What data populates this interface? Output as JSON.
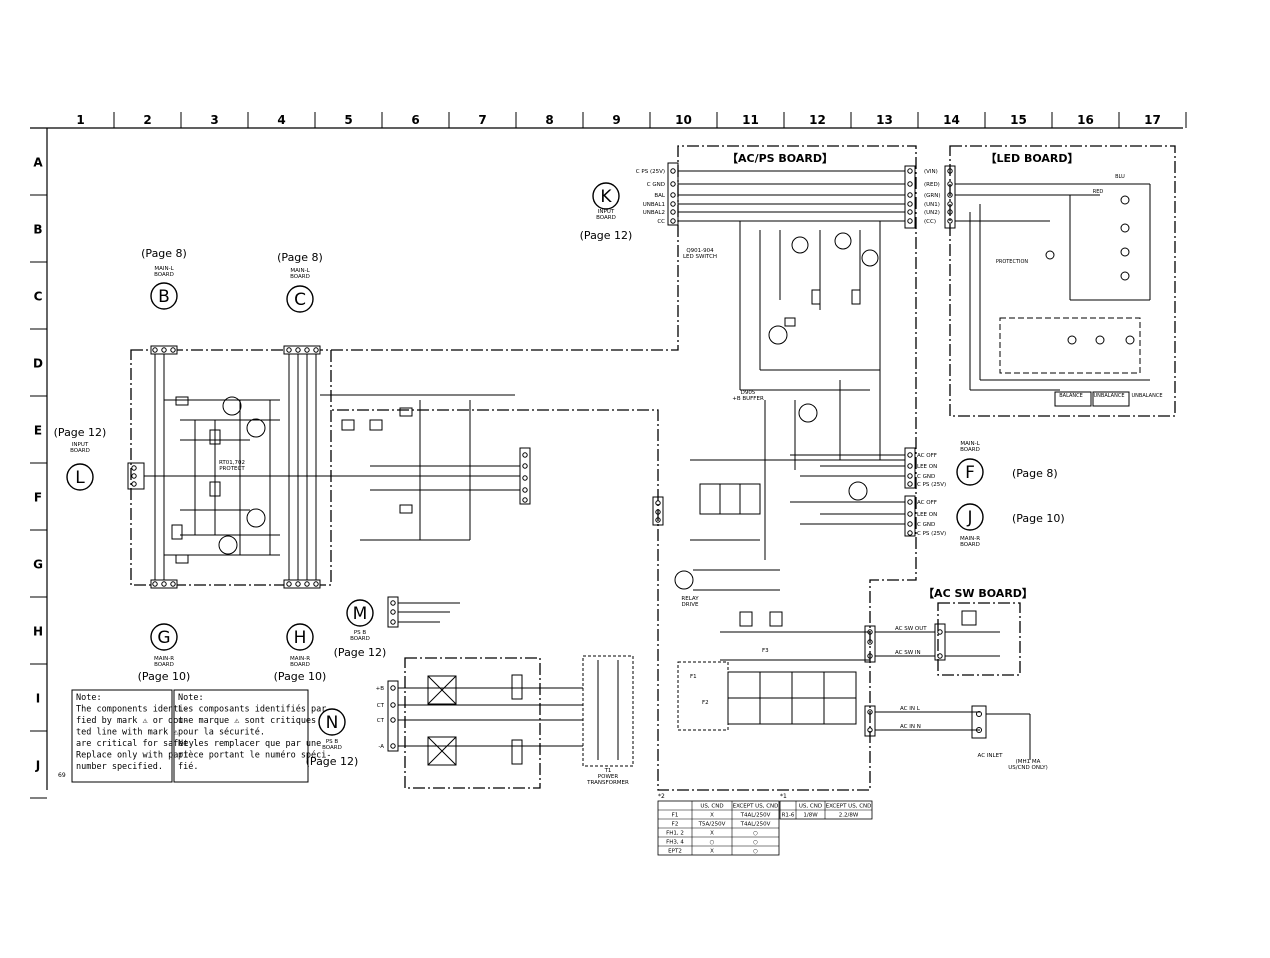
{
  "grid": {
    "columns": [
      "1",
      "2",
      "3",
      "4",
      "5",
      "6",
      "7",
      "8",
      "9",
      "10",
      "11",
      "12",
      "13",
      "14",
      "15",
      "16",
      "17"
    ],
    "rows": [
      "A",
      "B",
      "C",
      "D",
      "E",
      "F",
      "G",
      "H",
      "I",
      "J"
    ]
  },
  "page_number": "69",
  "boards": {
    "acps": "【AC/PS BOARD】",
    "led": "【LED BOARD】",
    "acsw": "【AC SW BOARD】"
  },
  "connectors": [
    {
      "letter": "K",
      "board": "INPUT\nBOARD",
      "page": "(Page 12)"
    },
    {
      "letter": "B",
      "board": "MAIN-L\nBOARD",
      "page": "(Page 8)"
    },
    {
      "letter": "C",
      "board": "MAIN-L\nBOARD",
      "page": "(Page 8)"
    },
    {
      "letter": "L",
      "board": "INPUT\nBOARD",
      "page": "(Page 12)"
    },
    {
      "letter": "G",
      "board": "MAIN-R\nBOARD",
      "page": "(Page 10)"
    },
    {
      "letter": "H",
      "board": "MAIN-R\nBOARD",
      "page": "(Page 10)"
    },
    {
      "letter": "M",
      "board": "PS B\nBOARD",
      "page": "(Page 12)"
    },
    {
      "letter": "N",
      "board": "PS B\nBOARD",
      "page": "(Page 12)"
    },
    {
      "letter": "F",
      "board": "MAIN-L\nBOARD",
      "page": "(Page 8)"
    },
    {
      "letter": "J",
      "board": "MAIN-R\nBOARD",
      "page": "(Page 10)"
    }
  ],
  "labels": {
    "cn902": [
      "C PS (25V)",
      "C GND",
      "BAL",
      "UNBAL1",
      "UNBAL2",
      "CC"
    ],
    "cn901": [
      "(VIN)",
      "(RED)",
      "(GRN)",
      "(UN1)",
      "(UN2)",
      "(CC)"
    ],
    "cn802": [
      "AC OFF",
      "LEE ON",
      "C GND",
      "C PS (25V)"
    ],
    "cn803": [
      "AC OFF",
      "LEE ON",
      "C GND",
      "C PS (25V)"
    ],
    "cn602": [
      "+B",
      "CT",
      "CT",
      "-A"
    ],
    "acsw_in": [
      "AC SW OUT",
      "AC SW IN"
    ],
    "ac_in": [
      "AC IN L",
      "AC IN N"
    ],
    "led_parts": [
      "BLU",
      "RED",
      "PROTECTION",
      "BALANCE",
      "UNBALANCE",
      "UNBALANCE"
    ],
    "acps_parts": [
      "Q901-904\nLED SWITCH",
      "D905\n+B BUFFER",
      "RELAY\nDRIVE",
      "T1\nPOWER\nTRANSFORMER",
      "RT01,702\nPROTECT",
      "AC INLET",
      "(MH1 MA\nUS/CND ONLY)"
    ],
    "fuses": [
      "F1",
      "F2",
      "F3"
    ]
  },
  "notes": {
    "en": "Note:\nThe components identi-\nfied by mark ⚠ or dot-\nted line with mark ⚠\nare critical for safety.\nReplace only with part\nnumber specified.",
    "fr": "Note:\nLes composants identifiés par\nune marque ⚠ sont critiques\npour la sécurité.\nNe les remplacer que par une\npièce portant le numéro spéci-\nfié."
  },
  "table_fuses": {
    "label": "*2",
    "headers": [
      "",
      "US, CND",
      "EXCEPT US, CND"
    ],
    "rows": [
      [
        "F1",
        "X",
        "T4AL/250V"
      ],
      [
        "F2",
        "T5A/250V",
        "T4AL/250V"
      ],
      [
        "FH1, 2",
        "X",
        "○"
      ],
      [
        "FH3, 4",
        "○",
        "○"
      ],
      [
        "EPT2",
        "X",
        "○"
      ]
    ]
  },
  "table_resistor": {
    "label": "*1",
    "headers": [
      "",
      "US, CND",
      "EXCEPT US, CND"
    ],
    "rows": [
      [
        "R1-6",
        "1/8W",
        "2.2/8W"
      ]
    ]
  }
}
